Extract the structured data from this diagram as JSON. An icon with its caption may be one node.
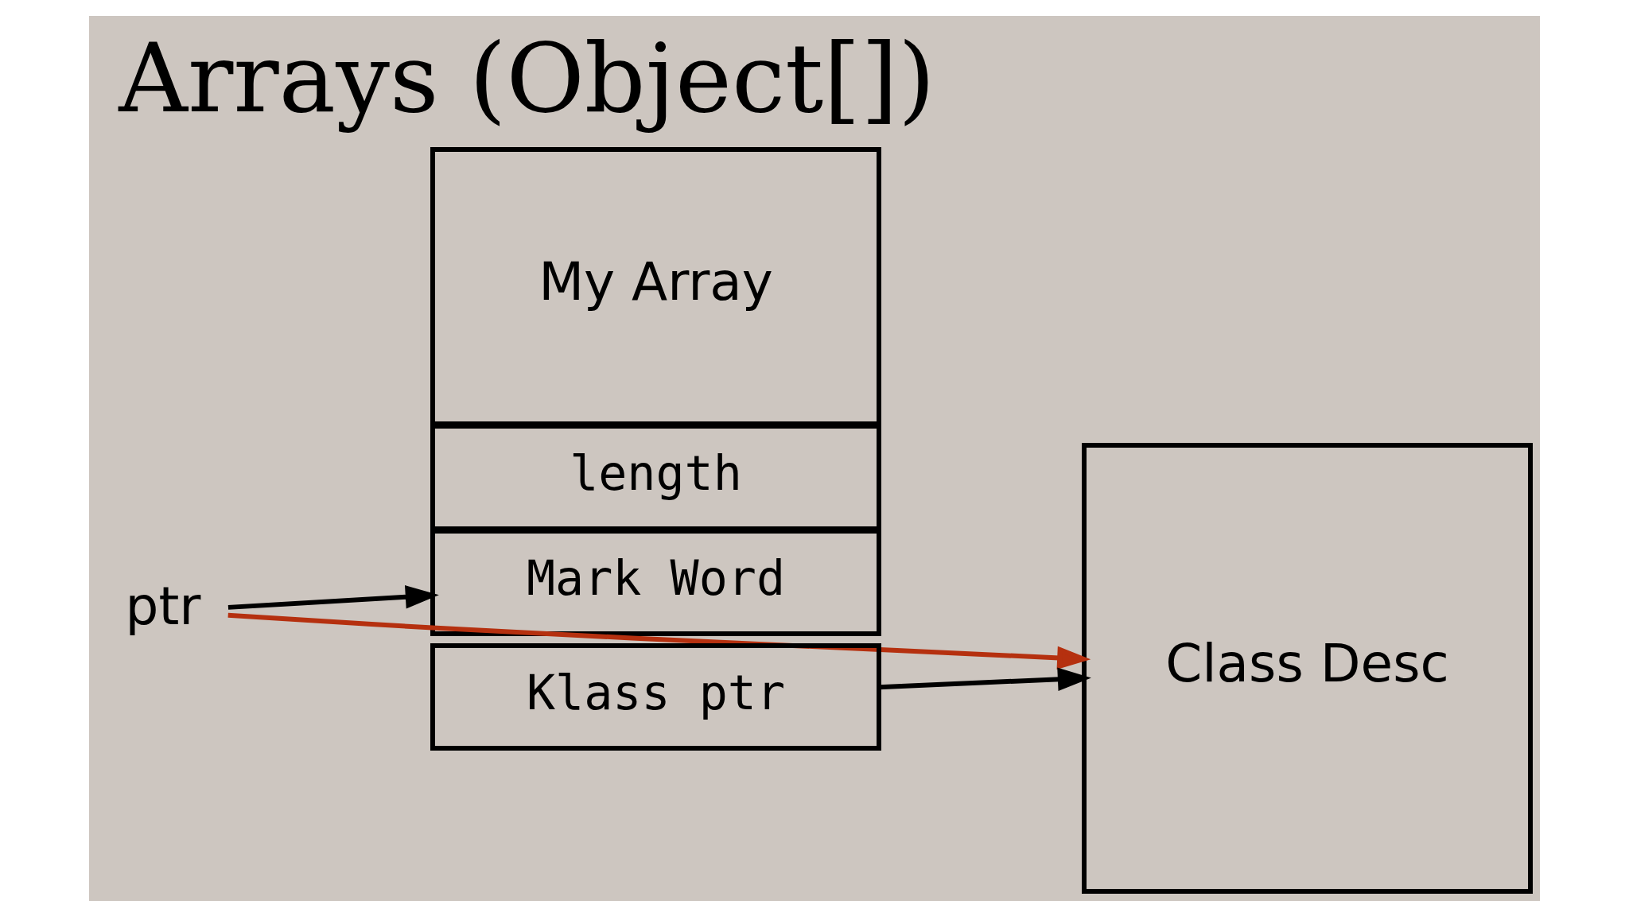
{
  "diagram": {
    "title": "Arrays (Object[])",
    "nodes": [
      {
        "text": [
          "ptr"
        ]
      },
      {
        "text": [
          "Mark Word"
        ]
      },
      {
        "text": [
          "Klass ptr"
        ]
      },
      {
        "text": [
          "length"
        ]
      },
      {
        "text": [
          "My Array"
        ]
      },
      {
        "text": [
          "Class Desc"
        ]
      }
    ],
    "edges": [
      {
        "from": 0,
        "to": 1,
        "arrow": "to"
      },
      {
        "from": 0,
        "to": 5,
        "arrow": "to",
        "color": "#b5300f"
      },
      {
        "from": 2,
        "to": 5,
        "arrow": "to"
      }
    ]
  }
}
